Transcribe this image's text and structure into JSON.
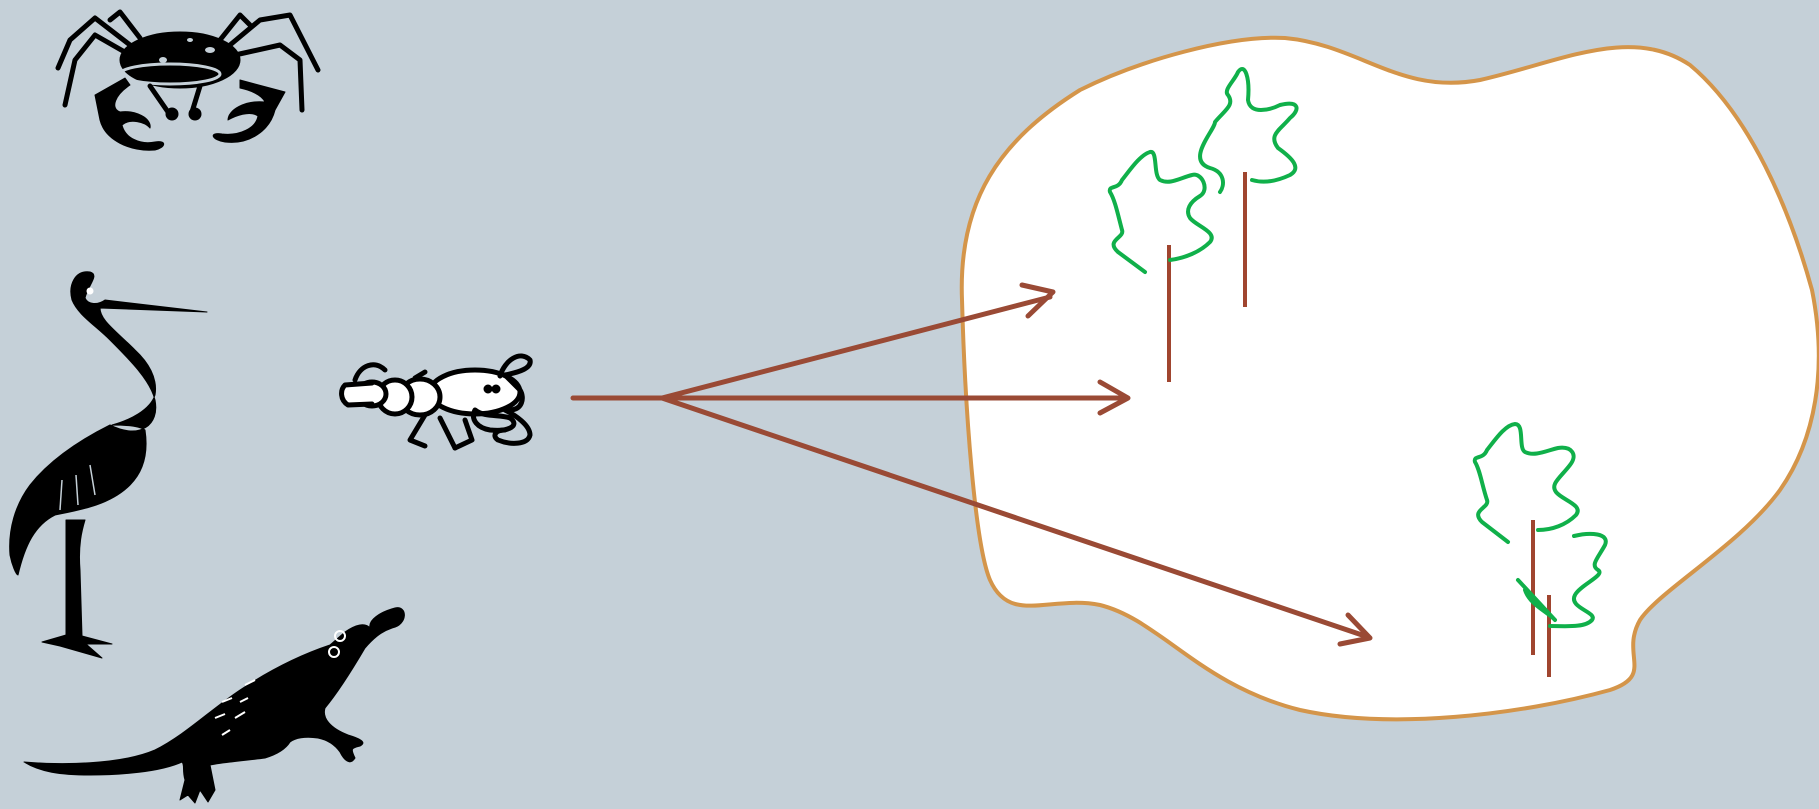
{
  "colors": {
    "background": "#c5d0d8",
    "region_fill": "#ffffff",
    "region_outline": "#d4954a",
    "arrow": "#9a4a35",
    "tree_canopy": "#10b04a",
    "tree_trunk": "#a0452f",
    "silhouette": "#000000"
  },
  "animals": [
    {
      "name": "crab",
      "icon": "crab-icon"
    },
    {
      "name": "stork",
      "icon": "stork-icon"
    },
    {
      "name": "crayfish",
      "icon": "crayfish-icon"
    },
    {
      "name": "lizard",
      "icon": "lizard-icon"
    }
  ],
  "region": {
    "icon": "habitat-outline"
  },
  "trees": [
    {
      "icon": "tree-icon"
    },
    {
      "icon": "tree-icon"
    },
    {
      "icon": "tree-icon"
    },
    {
      "icon": "tree-icon"
    }
  ],
  "arrows": [
    {
      "icon": "arrow-upper"
    },
    {
      "icon": "arrow-middle"
    },
    {
      "icon": "arrow-lower"
    }
  ]
}
